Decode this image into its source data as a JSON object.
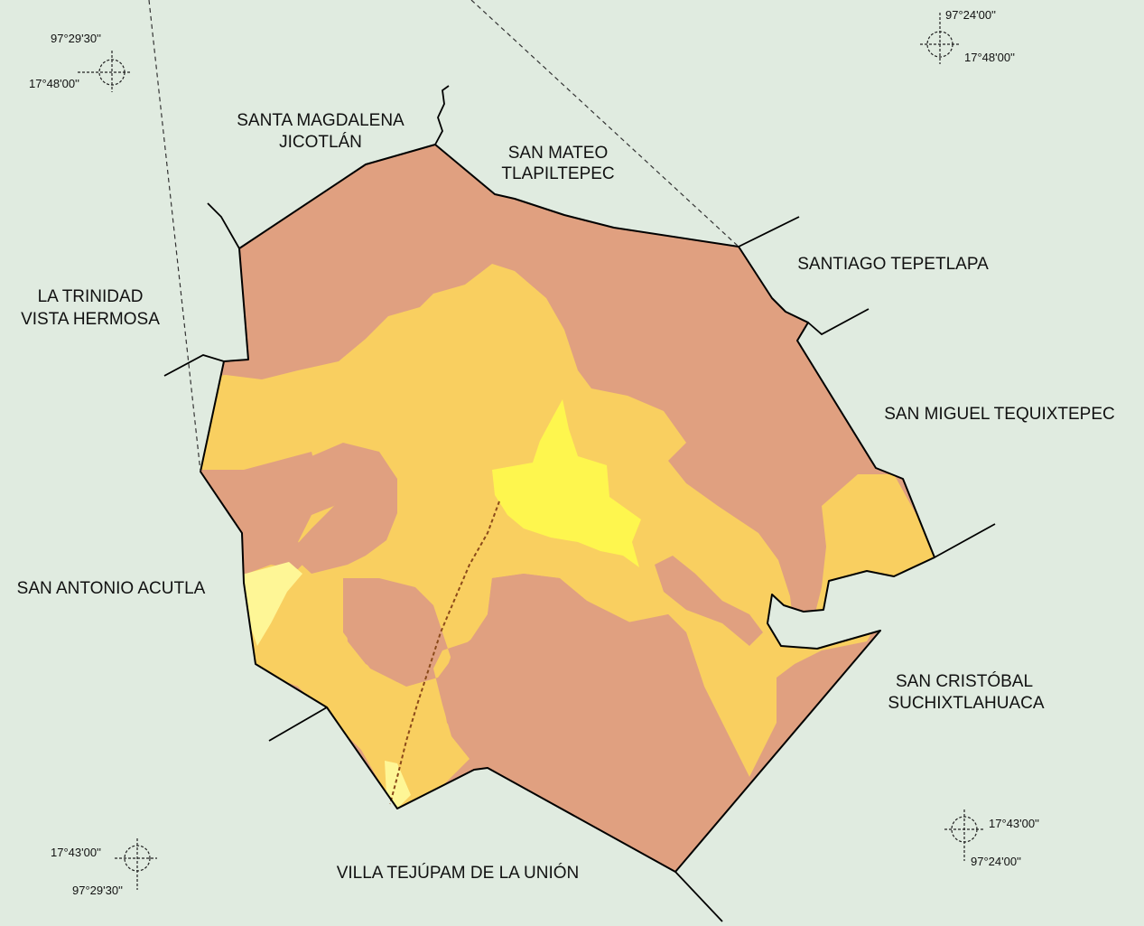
{
  "colors": {
    "background": "#e0ebe0",
    "zone_brown": "#e0a080",
    "zone_orange": "#f9cf60",
    "zone_yellow": "#fef64e",
    "zone_pale": "#fef696",
    "boundary": "#000000",
    "path": "#8b4a1a"
  },
  "places": {
    "santa_magdalena_line1": "SANTA MAGDALENA",
    "santa_magdalena_line2": "JICOTLÁN",
    "san_mateo_line1": "SAN MATEO",
    "san_mateo_line2": "TLAPILTEPEC",
    "santiago_tepetlapa": "SANTIAGO TEPETLAPA",
    "la_trinidad_line1": "LA TRINIDAD",
    "la_trinidad_line2": "VISTA HERMOSA",
    "san_miguel": "SAN MIGUEL TEQUIXTEPEC",
    "san_antonio": "SAN ANTONIO ACUTLA",
    "san_cristobal_line1": "SAN CRISTÓBAL",
    "san_cristobal_line2": "SUCHIXTLAHUACA",
    "villa_tejupam": "VILLA TEJÚPAM DE LA UNIÓN"
  },
  "coordinates": {
    "top_left_lon": "97°29'30''",
    "top_left_lat": "17°48'00''",
    "top_right_lon": "97°24'00''",
    "top_right_lat": "17°48'00''",
    "bottom_left_lat": "17°43'00''",
    "bottom_left_lon": "97°29'30''",
    "bottom_right_lat": "17°43'00''",
    "bottom_right_lon": "97°24'00''"
  }
}
